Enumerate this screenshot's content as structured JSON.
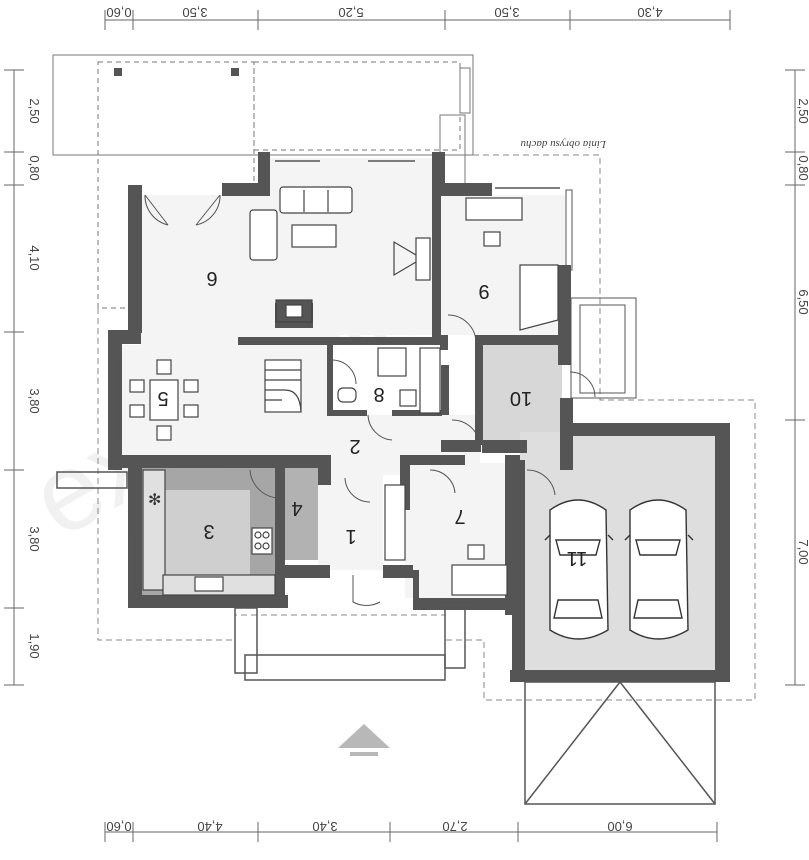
{
  "dimensions": {
    "top": [
      "0,60",
      "3,50",
      "5,20",
      "3,50",
      "4,30"
    ],
    "bottom": [
      "0,60",
      "4,40",
      "3,40",
      "2,70",
      "6,00"
    ],
    "left": [
      "2,50",
      "0,80",
      "4,10",
      "3,80",
      "3,80",
      "1,90"
    ],
    "right": [
      "2,50",
      "0,80",
      "6,50",
      "7,00"
    ]
  },
  "rooms": [
    "1",
    "2",
    "3",
    "4",
    "5",
    "6",
    "7",
    "8",
    "9",
    "10",
    "11"
  ],
  "roof_outline_label": "Linia obrysu dachu",
  "watermark": "extradom",
  "colors": {
    "wall": "#555555",
    "dark_fill": "#a6a6a6",
    "light_fill": "#d7d7d7",
    "garage_fill": "#dedede",
    "floor": "#f4f4f4"
  }
}
